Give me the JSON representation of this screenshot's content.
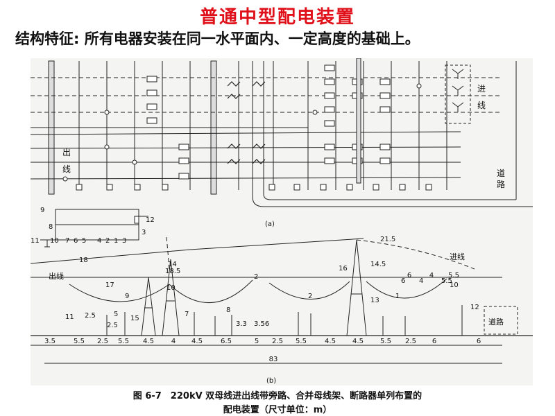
{
  "slide": {
    "title": "普通中型配电装置",
    "subtitle": "结构特征: 所有电器安装在同一水平面内、一定高度的基础上。"
  },
  "figure": {
    "plan": {
      "outgoing_label_1": "出",
      "outgoing_label_2": "线",
      "incoming_label_1": "进",
      "incoming_label_2": "线",
      "road_label_1": "道",
      "road_label_2": "路",
      "panel_label": "(a)"
    },
    "schematic": {
      "numbers": [
        "9",
        "8",
        "7",
        "6",
        "5",
        "4",
        "2",
        "1",
        "3",
        "10",
        "11",
        "12"
      ]
    },
    "section": {
      "panel_label": "(b)",
      "outgoing_label": "出线",
      "incoming_label": "进线",
      "road_label": "道路",
      "callouts": [
        "18",
        "14",
        "18.5",
        "3",
        "2",
        "17",
        "9",
        "10",
        "15",
        "16",
        "11",
        "2.5",
        "5",
        "13",
        "21.5",
        "14.5",
        "6",
        "4",
        "5.5",
        "10",
        "12",
        "1",
        "2",
        "7",
        "8"
      ],
      "small_dims": [
        "3.3",
        "3.56",
        "2.5"
      ],
      "bay_widths": [
        "3.5",
        "5.5",
        "2.5",
        "5.5",
        "4.5",
        "4",
        "4.5",
        "6.5",
        "5",
        "2.5",
        "5.5",
        "4.5",
        "4.5",
        "5.5",
        "2.5",
        "6",
        "6"
      ],
      "top_spans": [
        "6",
        "4",
        "5.5"
      ],
      "total_width": "83"
    }
  },
  "caption": {
    "line1": "图 6-7　220kV 双母线进出线带旁路、合并母线架、断路器单列布置的",
    "line2": "配电装置（尺寸单位：m）"
  }
}
